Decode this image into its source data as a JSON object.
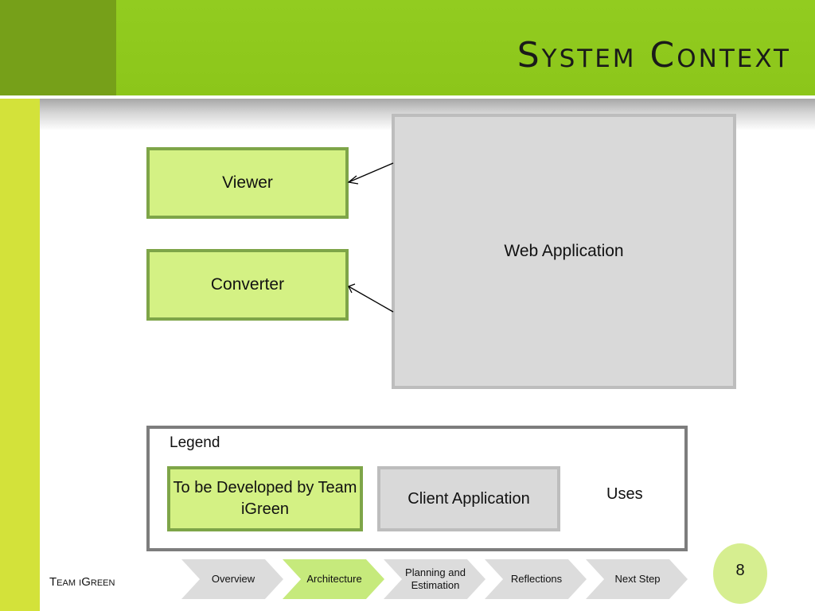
{
  "slide": {
    "title": "System Context"
  },
  "diagram": {
    "nodes": {
      "viewer": "Viewer",
      "converter": "Converter",
      "web_application": "Web Application"
    }
  },
  "legend": {
    "title": "Legend",
    "developed_label": "To be Developed by Team iGreen",
    "client_label": "Client Application",
    "uses_label": "Uses"
  },
  "footer": {
    "brand": "Team iGreen",
    "nav": [
      "Overview",
      "Architecture",
      "Planning and Estimation",
      "Reflections",
      "Next Step"
    ],
    "active_nav": "Architecture",
    "page_number": "8"
  },
  "colors": {
    "header_green": "#8cc61a",
    "header_dark_green": "#76a019",
    "left_strip": "#d3e23a",
    "developed_fill": "#d4f184",
    "developed_border": "#7ea548",
    "client_fill": "#d9d9d9",
    "client_border": "#bdbdbd",
    "legend_border": "#7d7d7d",
    "nav_inactive": "#dcdcdc",
    "nav_active": "#c6ea7c",
    "page_circle": "#d6ee90"
  }
}
